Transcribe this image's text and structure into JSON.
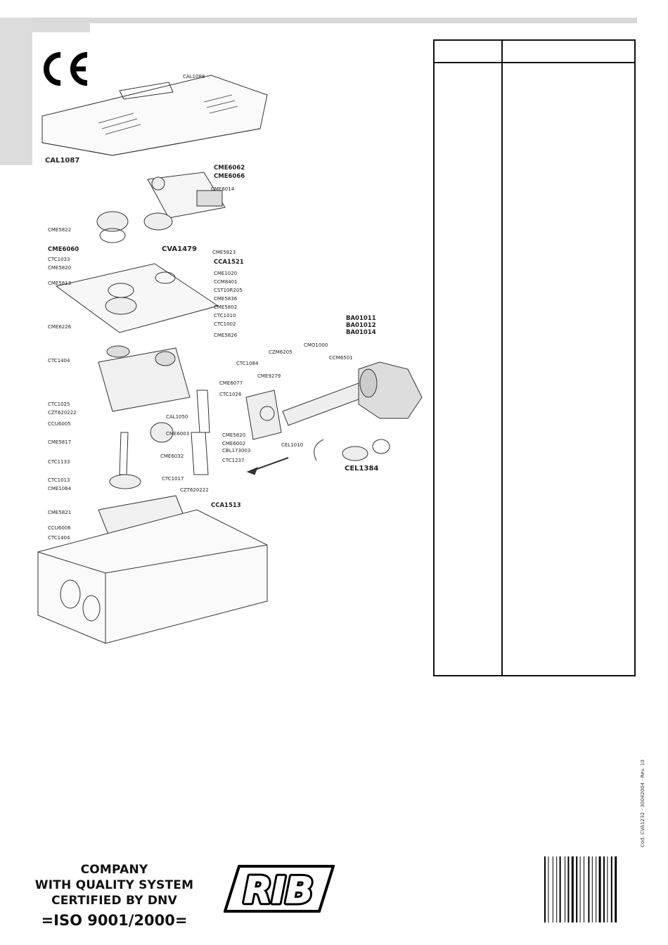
{
  "marks": {
    "ce": "CE"
  },
  "parts_table": {
    "headers": [
      "",
      ""
    ],
    "rows": []
  },
  "diagram": {
    "labels": {
      "cal1088": "CAL1088",
      "cal1087": "CAL1087",
      "cme6062": "CME6062",
      "cme6066": "CME6066",
      "cme6014": "CME6014",
      "cme5822": "CME5822",
      "cme6060": "CME6060",
      "ctc1033": "CTC1033",
      "cme5820": "CME5820",
      "cme5813": "CME5813",
      "cme6226": "CME6226",
      "cva1479": "CVA1479",
      "cme5823": "CME5823",
      "cca1521": "CCA1521",
      "cme1020": "CME1020",
      "ccm8401": "CCM8401",
      "cst10r205": "CST10R205",
      "cme5836": "CME5836",
      "cme5802": "CME5802",
      "ctc1010": "CTC1010",
      "ctc1002": "CTC1002",
      "ctc1404": "CTC1404",
      "cme5826": "CME5826",
      "ctc1025": "CTC1025",
      "czt620222": "CZT620222",
      "ccu6005": "CCU6005",
      "cme5817": "CME5817",
      "cme6077": "CME6077",
      "ctc1026": "CTC1026",
      "cal1050": "CAL1050",
      "cme6003": "CME6003",
      "ctc1133": "CTC1133",
      "cme6032": "CME6032",
      "ctc1013": "CTC1013",
      "cme1064": "CME1064",
      "cme5820b": "CME5820",
      "cme6002": "CME6002",
      "cbl173003": "CBL173003",
      "ctc1237": "CTC1237",
      "ctc1017": "CTC1017",
      "czt620222b": "CZT620222",
      "cme5821": "CME5821",
      "ccu6006": "CCU6006",
      "ctc1404b": "CTC1404",
      "cca1513": "CCA1513",
      "ctc1084": "CTC1084",
      "czm6205": "CZM6205",
      "cmo1000": "CMO1000",
      "cme9279": "CME9279",
      "ccm6501": "CCM6501",
      "cel1010": "CEL1010",
      "cel1384": "CEL1384",
      "ba01011": "BA01011",
      "ba01012": "BA01012",
      "ba01014": "BA01014"
    }
  },
  "footer": {
    "doc_code": "Cod. CVA1232 · 30042004 · Rev. 10",
    "quality": {
      "line1": "COMPANY",
      "line2": "WITH QUALITY SYSTEM",
      "line3": "CERTIFIED BY DNV",
      "iso": "=ISO 9001/2000="
    },
    "logo": "RIB"
  }
}
